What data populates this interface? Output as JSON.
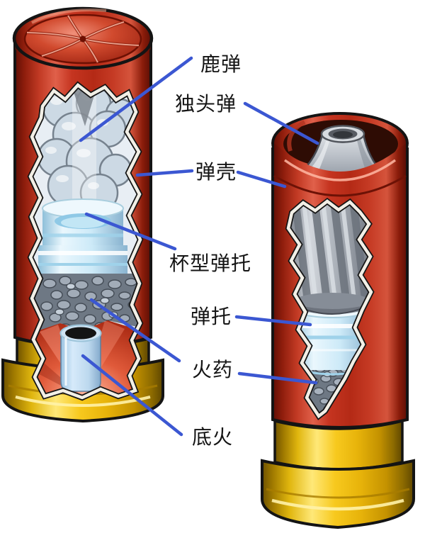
{
  "diagram": {
    "type": "shotgun-shell-cutaway",
    "background": "#ffffff",
    "leader_line_color": "#3b57d2",
    "label_text_color": "#141414",
    "colors": {
      "casing_red": "#c23a24",
      "brass_gold": "#f3c51c",
      "wad_blue": "#cdeaf8",
      "slug_gray": "#aab0b8"
    },
    "labels": [
      {
        "id": "buckshot",
        "text": "鹿弹"
      },
      {
        "id": "slug",
        "text": "独头弹"
      },
      {
        "id": "casing",
        "text": "弹壳"
      },
      {
        "id": "cup-wad",
        "text": "杯型弹托"
      },
      {
        "id": "wad",
        "text": "弹托"
      },
      {
        "id": "powder",
        "text": "火药"
      },
      {
        "id": "primer",
        "text": "底火"
      }
    ]
  }
}
